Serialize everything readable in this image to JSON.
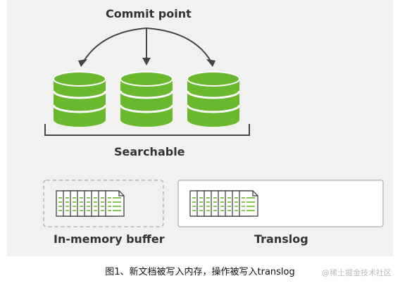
{
  "diagram": {
    "commit_point_label": "Commit point",
    "searchable_label": "Searchable",
    "buffer_label": "In-memory buffer",
    "translog_label": "Translog",
    "segments": 3,
    "buffer_documents": 8,
    "translog_documents": 8,
    "colors": {
      "segment_green": "#6ab82e",
      "segment_stripe": "#ffffff",
      "doc_lines_green": "#6ab82e",
      "buffer_border": "#bbbbbb",
      "translog_border": "#bbbbbb",
      "panel_background": "#f1f1f1",
      "arrow": "#444444"
    }
  },
  "caption": "图1、新文档被写入内存，操作被写入translog",
  "watermark": "@稀土掘金技术社区"
}
